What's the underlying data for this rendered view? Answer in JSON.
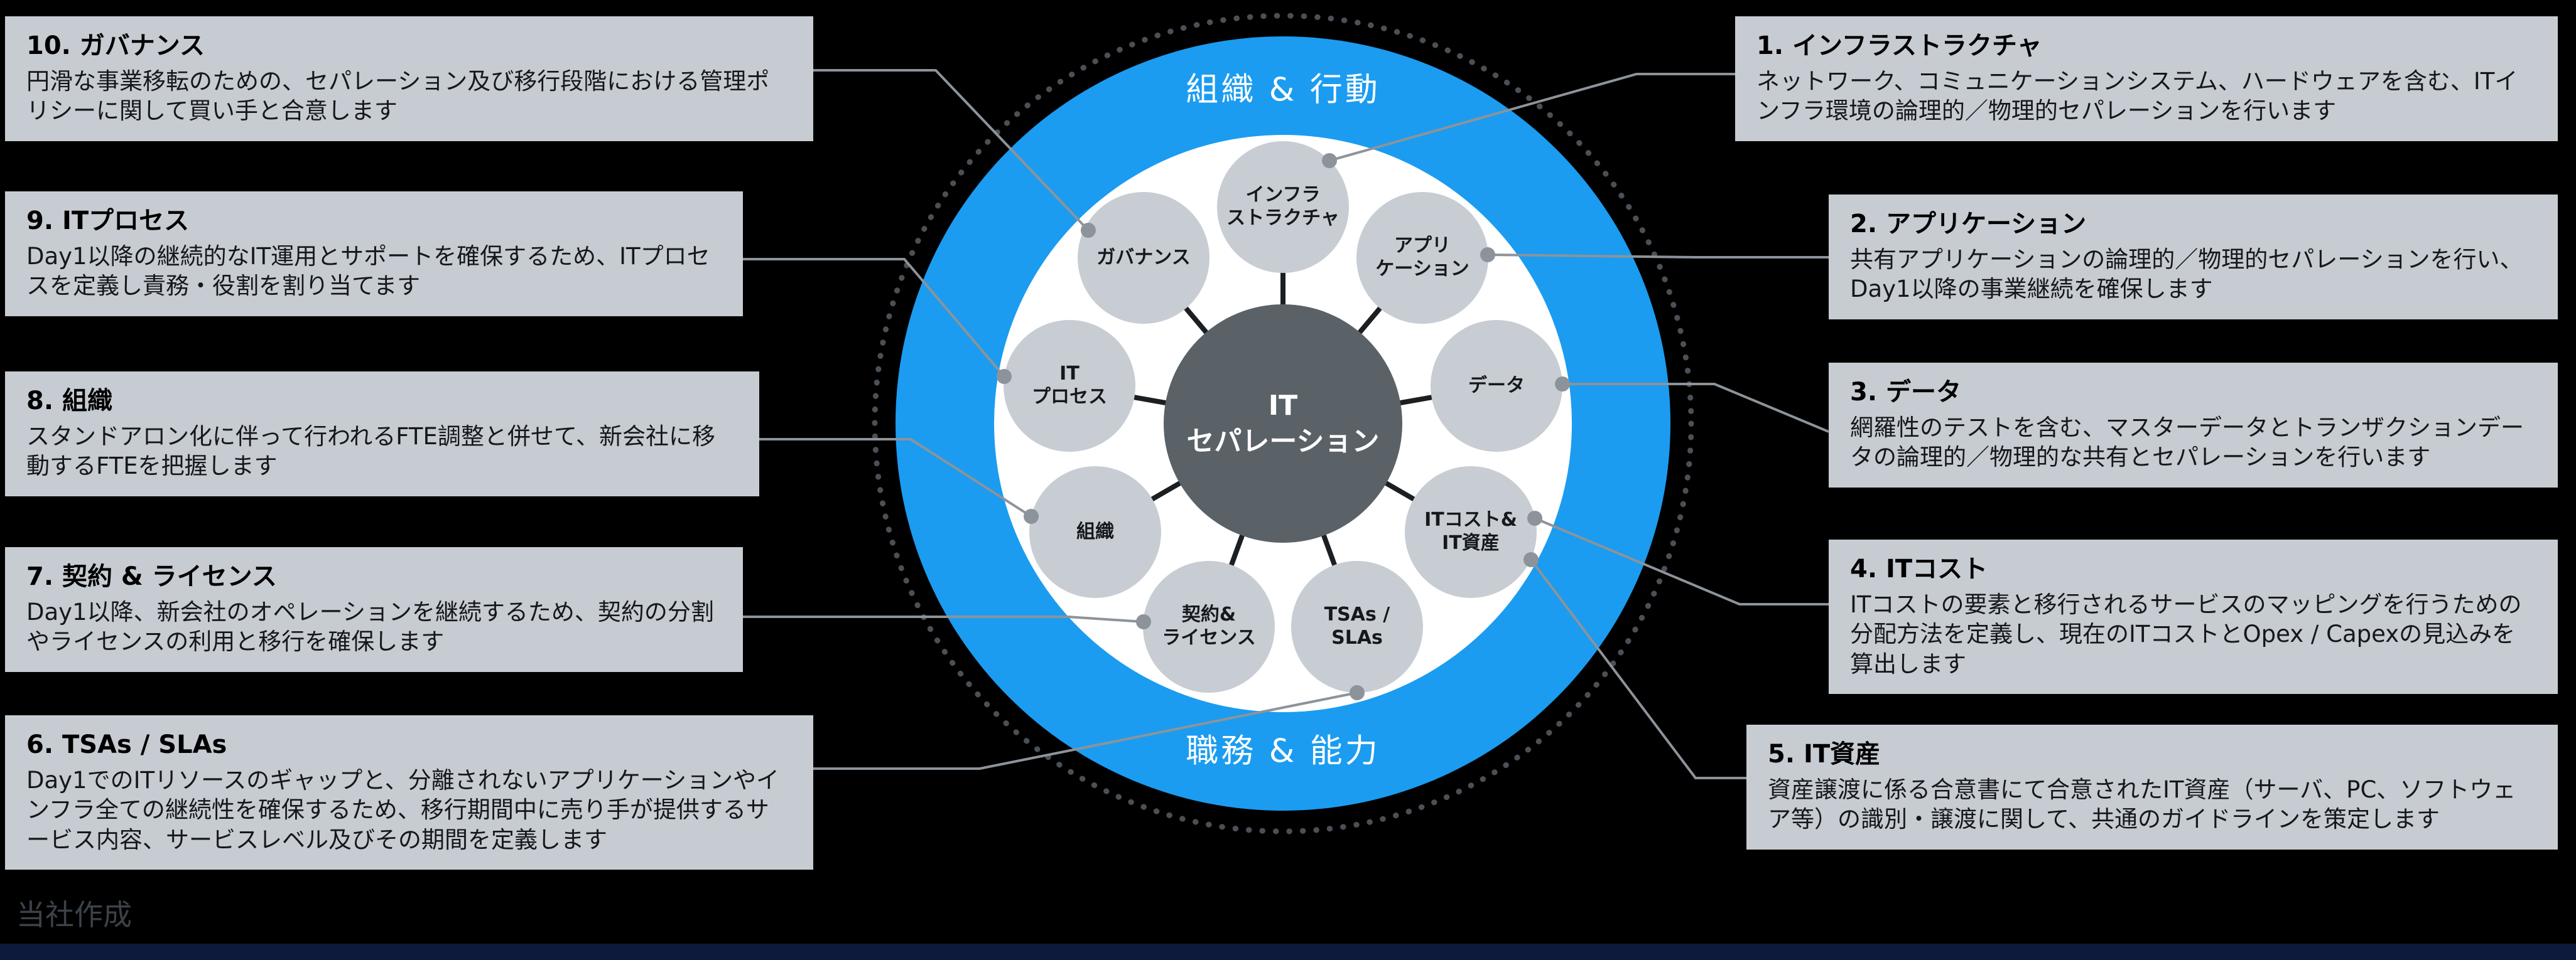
{
  "colors": {
    "background": "#000000",
    "ring_blue": "#1B9CF0",
    "inner_white": "#FFFFFF",
    "hub_gray": "#5A6267",
    "node_gray": "#C8CDD4",
    "box_gray": "#C7CCD2",
    "connector_gray": "#8D939A",
    "dotted_ring_gray": "#4A5056",
    "spoke_black": "#1b1f22"
  },
  "hub": {
    "center_label": "IT\nセパレーション",
    "top_label": "組織 & 行動",
    "bottom_label": "職務 & 能力",
    "nodes": [
      {
        "id": "infrastructure",
        "label": "インフラ\nストラクチャ"
      },
      {
        "id": "applications",
        "label": "アプリ\nケーション"
      },
      {
        "id": "data",
        "label": "データ"
      },
      {
        "id": "it-cost-assets",
        "label": "ITコスト&\nIT資産"
      },
      {
        "id": "tsas-slas",
        "label": "TSAs /\nSLAs"
      },
      {
        "id": "contracts-licenses",
        "label": "契約&\nライセンス"
      },
      {
        "id": "organization",
        "label": "組織"
      },
      {
        "id": "it-process",
        "label": "IT\nプロセス"
      },
      {
        "id": "governance",
        "label": "ガバナンス"
      }
    ]
  },
  "left_boxes": [
    {
      "title": "10. ガバナンス",
      "body": "円滑な事業移転のための、セパレーション及び移行段階における管理ポリシーに関して買い手と合意します"
    },
    {
      "title": "9. ITプロセス",
      "body": "Day1以降の継続的なIT運用とサポートを確保するため、ITプロセスを定義し責務・役割を割り当てます"
    },
    {
      "title": "8. 組織",
      "body": "スタンドアロン化に伴って行われるFTE調整と併せて、新会社に移動するFTEを把握します"
    },
    {
      "title": "7. 契約 & ライセンス",
      "body": "Day1以降、新会社のオペレーションを継続するため、契約の分割やライセンスの利用と移行を確保します"
    },
    {
      "title": "6. TSAs / SLAs",
      "body": "Day1でのITリソースのギャップと、分離されないアプリケーションやインフラ全ての継続性を確保するため、移行期間中に売り手が提供するサービス内容、サービスレベル及びその期間を定義します"
    }
  ],
  "right_boxes": [
    {
      "title": "1. インフラストラクチャ",
      "body": "ネットワーク、コミュニケーションシステム、ハードウェアを含む、ITインフラ環境の論理的／物理的セパレーションを行います"
    },
    {
      "title": "2. アプリケーション",
      "body": "共有アプリケーションの論理的／物理的セパレーションを行い、Day1以降の事業継続を確保します"
    },
    {
      "title": "3. データ",
      "body": "網羅性のテストを含む、マスターデータとトランザクションデータの論理的／物理的な共有とセパレーションを行います"
    },
    {
      "title": "4. ITコスト",
      "body": "ITコストの要素と移行されるサービスのマッピングを行うための分配方法を定義し、現在のITコストとOpex / Capexの見込みを算出します"
    },
    {
      "title": "5. IT資産",
      "body": "資産譲渡に係る合意書にて合意されたIT資産（サーバ、PC、ソフトウェア等）の識別・譲渡に関して、共通のガイドラインを策定します"
    }
  ],
  "credit": "当社作成"
}
